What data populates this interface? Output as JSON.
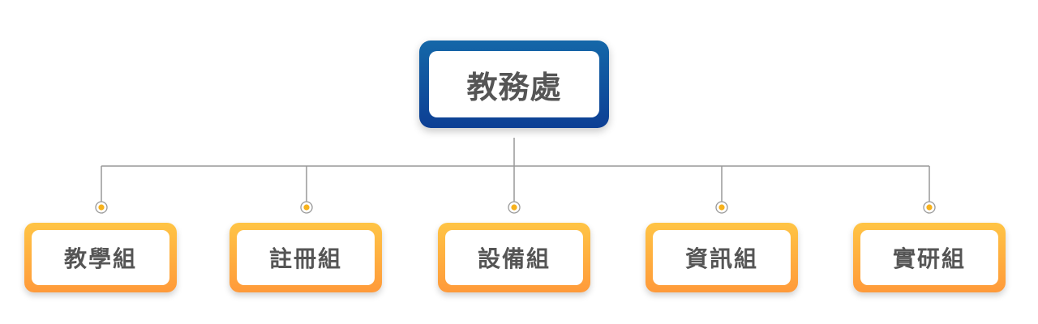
{
  "colors": {
    "root_top": "#1467a8",
    "root_bottom": "#0d3f94",
    "child_top": "#ffc445",
    "child_bottom": "#ff9a3a",
    "line": "#999999",
    "dot": "#f6b21e"
  },
  "root": {
    "label": "教務處"
  },
  "children": [
    {
      "label": "教學組"
    },
    {
      "label": "註冊組"
    },
    {
      "label": "設備組"
    },
    {
      "label": "資訊組"
    },
    {
      "label": "實研組"
    }
  ]
}
